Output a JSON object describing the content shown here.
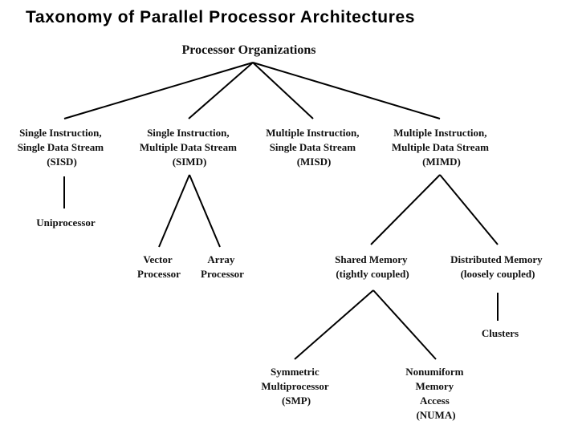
{
  "title": "Taxonomy of Parallel Processor Architectures",
  "root": {
    "label": "Processor Organizations"
  },
  "categories": [
    {
      "id": "sisd",
      "lines": [
        "Single Instruction,",
        "Single Data Stream",
        "(SISD)"
      ]
    },
    {
      "id": "simd",
      "lines": [
        "Single Instruction,",
        "Multiple Data Stream",
        "(SIMD)"
      ]
    },
    {
      "id": "misd",
      "lines": [
        "Multiple Instruction,",
        "Single Data Stream",
        "(MISD)"
      ]
    },
    {
      "id": "mimd",
      "lines": [
        "Multiple Instruction,",
        "Multiple Data Stream",
        "(MIMD)"
      ]
    }
  ],
  "sisd_children": [
    {
      "id": "uniprocessor",
      "lines": [
        "Uniprocessor"
      ]
    }
  ],
  "simd_children": [
    {
      "id": "vector",
      "lines": [
        "Vector",
        "Processor"
      ]
    },
    {
      "id": "array",
      "lines": [
        "Array",
        "Processor"
      ]
    }
  ],
  "mimd_children": [
    {
      "id": "shared",
      "lines": [
        "Shared Memory",
        "(tightly coupled)"
      ]
    },
    {
      "id": "distributed",
      "lines": [
        "Distributed Memory",
        "(loosely coupled)"
      ]
    }
  ],
  "shared_children": [
    {
      "id": "smp",
      "lines": [
        "Symmetric",
        "Multiprocessor",
        "(SMP)"
      ]
    },
    {
      "id": "numa",
      "lines": [
        "Nonumiform",
        "Memory",
        "Access",
        "(NUMA)"
      ]
    }
  ],
  "distributed_children": [
    {
      "id": "clusters",
      "lines": [
        "Clusters"
      ]
    }
  ]
}
